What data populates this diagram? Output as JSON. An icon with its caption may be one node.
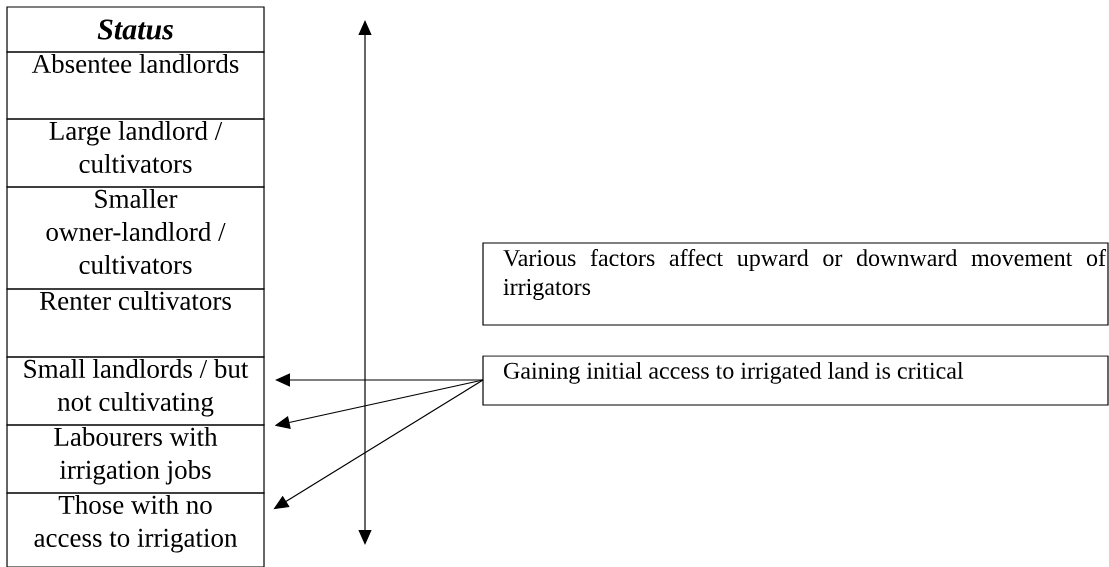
{
  "diagram": {
    "nodes": [
      {
        "text": [
          "Status"
        ]
      },
      {
        "text": [
          "Absentee landlords"
        ]
      },
      {
        "text": [
          "Large landlord / cultivators"
        ]
      },
      {
        "text": [
          "Smaller owner-landlord / cultivators"
        ]
      },
      {
        "text": [
          "Renter cultivators"
        ]
      },
      {
        "text": [
          "Small landlords / but not cultivating"
        ]
      },
      {
        "text": [
          "Labourers with irrigation jobs"
        ]
      },
      {
        "text": [
          "Those with no access to irrigation"
        ]
      },
      {
        "text": [
          "Various factors affect upward or downward movement of irrigators"
        ]
      },
      {
        "text": [
          "Gaining initial access to irrigated land is critical"
        ]
      }
    ],
    "edges": [
      {
        "from": 9,
        "to": 5,
        "arrow": "to"
      },
      {
        "from": 9,
        "to": 6,
        "arrow": "to"
      },
      {
        "from": 9,
        "to": 7,
        "arrow": "to"
      }
    ]
  }
}
